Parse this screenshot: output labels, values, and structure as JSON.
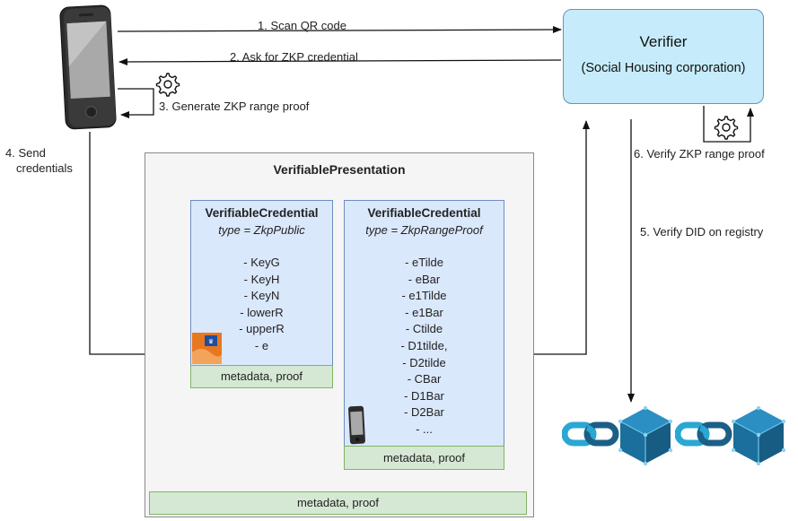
{
  "verifier": {
    "title": "Verifier",
    "subtitle": "(Social Housing corporation)"
  },
  "steps": {
    "s1": "1. Scan QR code",
    "s2": "2. Ask for ZKP credential",
    "s3": "3. Generate ZKP range proof",
    "s4_line1": "4. Send",
    "s4_line2": "credentials",
    "s5": "5. Verify DID on registry",
    "s6": "6. Verify ZKP range proof"
  },
  "presentation": {
    "title": "VerifiablePresentation",
    "meta": "metadata, proof"
  },
  "credential_public": {
    "title": "VerifiableCredential",
    "type": "type = ZkpPublic",
    "items": [
      "- KeyG",
      "- KeyH",
      "- KeyN",
      "- lowerR",
      "- upperR",
      "- e"
    ],
    "meta": "metadata, proof"
  },
  "credential_range": {
    "title": "VerifiableCredential",
    "type": "type = ZkpRangeProof",
    "items": [
      "- eTilde",
      "- eBar",
      "- e1Tilde",
      "- e1Bar",
      "- Ctilde",
      "- D1tilde,",
      "- D2tilde",
      "- CBar",
      "- D1Bar",
      "- D2Bar",
      "- ..."
    ],
    "meta": "metadata, proof"
  },
  "icons": {
    "phone": "smartphone-icon",
    "gear": "gear-icon",
    "chain": "chain-link-icon",
    "block": "blockchain-cube-icon",
    "issuer": "issuer-logo-icon"
  },
  "colors": {
    "credential_fill": "#dae8fc",
    "meta_fill": "#d5e8d4",
    "verifier_fill": "#c6ecfb",
    "chain_color": "#2aa7d3",
    "cube_color": "#1b6f9c"
  }
}
